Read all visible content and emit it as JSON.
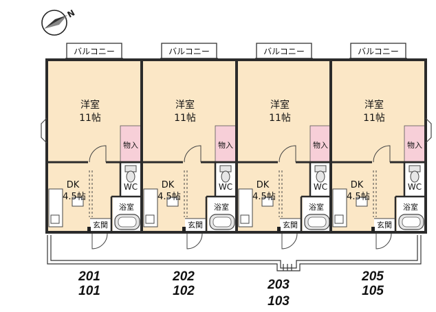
{
  "compass": {
    "north": "N",
    "icon": "north-arrow-icon"
  },
  "floor_plan": {
    "colors": {
      "room": "#fbe7c6",
      "closet": "#f7cfd8",
      "wall": "#2b2b2b",
      "fixture": "#e6e6e6"
    },
    "units": [
      {
        "balcony": "バルコニー",
        "western_room": "洋室",
        "western_room_size": "11帖",
        "closet": "物入",
        "dk": "DK",
        "dk_size": "4.5帖",
        "wc": "WC",
        "bath": "浴室",
        "entrance": "玄関",
        "number_upper": "201",
        "number_lower": "101"
      },
      {
        "balcony": "バルコニー",
        "western_room": "洋室",
        "western_room_size": "11帖",
        "closet": "物入",
        "dk": "DK",
        "dk_size": "4.5帖",
        "wc": "WC",
        "bath": "浴室",
        "entrance": "玄関",
        "number_upper": "202",
        "number_lower": "102"
      },
      {
        "balcony": "バルコニー",
        "western_room": "洋室",
        "western_room_size": "11帖",
        "closet": "物入",
        "dk": "DK",
        "dk_size": "4.5帖",
        "wc": "WC",
        "bath": "浴室",
        "entrance": "玄関",
        "number_upper": "203",
        "number_lower": "103"
      },
      {
        "balcony": "バルコニー",
        "western_room": "洋室",
        "western_room_size": "11帖",
        "closet": "物入",
        "dk": "DK",
        "dk_size": "4.5帖",
        "wc": "WC",
        "bath": "浴室",
        "entrance": "玄関",
        "number_upper": "205",
        "number_lower": "105"
      }
    ]
  }
}
